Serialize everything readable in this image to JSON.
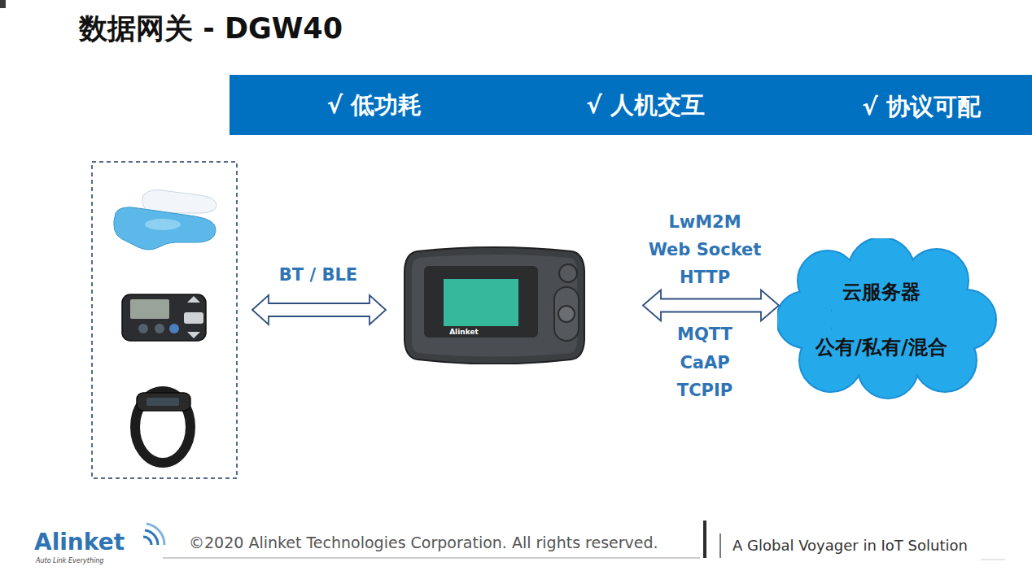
{
  "diagram": {
    "title": "数据网关 - DGW40",
    "nodes": [
      {
        "text": [
          "√ 低功耗",
          "√ 人机交互",
          "√ 协议可配"
        ]
      },
      {
        "text": [
          "Alinket"
        ]
      },
      {
        "text": [
          "云服务器",
          "公有/私有/混合"
        ]
      }
    ],
    "edges": [
      {
        "from": 1,
        "to": 2,
        "arrow": "both"
      }
    ],
    "labels": [
      "BT / BLE",
      "LwM2M",
      "Web Socket",
      "HTTP",
      "MQTT",
      "CaAP",
      "TCPIP",
      "Alinket",
      "Auto Link Everything",
      "©2020  Alinket Technologies Corporation. All rights reserved.",
      "A Global Voyager in IoT Solution"
    ]
  }
}
